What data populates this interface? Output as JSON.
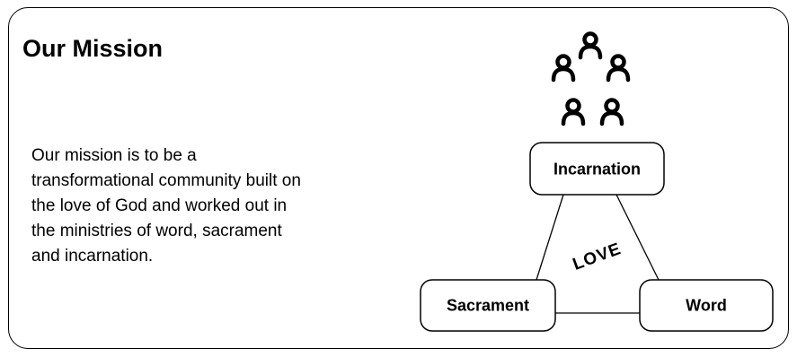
{
  "card": {
    "title": "Our Mission",
    "body_lines": [
      "Our mission is to be a",
      "transformational community built on",
      "the love of God and worked out in",
      "the ministries of word, sacrament",
      "and incarnation."
    ]
  },
  "diagram": {
    "nodes": {
      "top": "Incarnation",
      "left": "Sacrament",
      "right": "Word"
    },
    "center_label": "LOVE",
    "icons": [
      "person-icon",
      "person-icon",
      "person-icon",
      "person-icon",
      "person-icon"
    ],
    "colors": {
      "stroke": "#000000",
      "background": "#ffffff"
    }
  }
}
